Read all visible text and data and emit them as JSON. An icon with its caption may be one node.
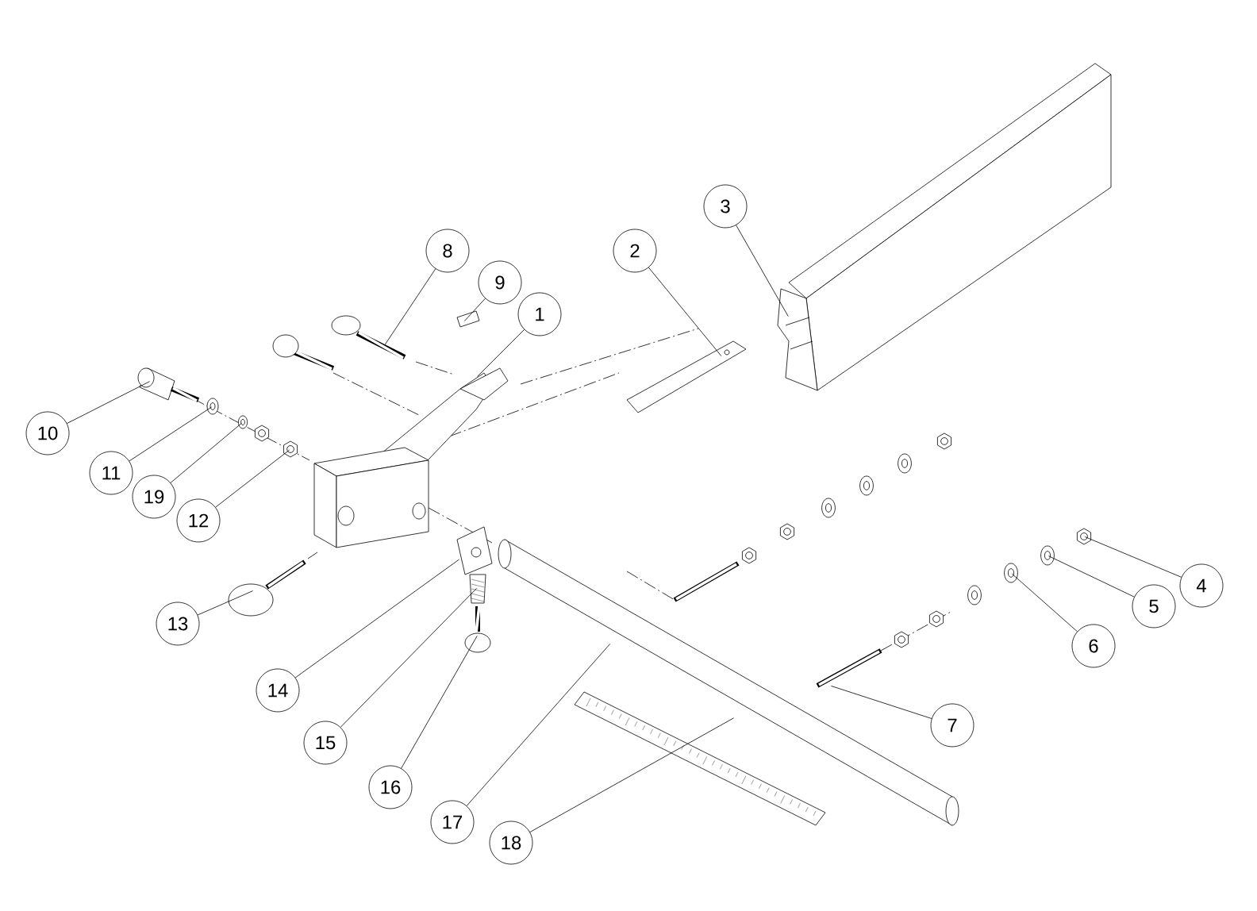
{
  "diagram": {
    "nodes": [
      {
        "text": [
          "1"
        ]
      },
      {
        "text": [
          "2"
        ]
      },
      {
        "text": [
          "3"
        ]
      },
      {
        "text": [
          "4"
        ]
      },
      {
        "text": [
          "5"
        ]
      },
      {
        "text": [
          "6"
        ]
      },
      {
        "text": [
          "7"
        ]
      },
      {
        "text": [
          "8"
        ]
      },
      {
        "text": [
          "9"
        ]
      },
      {
        "text": [
          "10"
        ]
      },
      {
        "text": [
          "11"
        ]
      },
      {
        "text": [
          "12"
        ]
      },
      {
        "text": [
          "13"
        ]
      },
      {
        "text": [
          "14"
        ]
      },
      {
        "text": [
          "15"
        ]
      },
      {
        "text": [
          "16"
        ]
      },
      {
        "text": [
          "17"
        ]
      },
      {
        "text": [
          "18"
        ]
      },
      {
        "text": [
          "19"
        ]
      },
      {
        "text": [],
        "shape": "picture"
      },
      {
        "text": [],
        "shape": "picture"
      },
      {
        "text": [],
        "shape": "picture"
      },
      {
        "text": [],
        "shape": "picture"
      },
      {
        "text": [],
        "shape": "picture"
      },
      {
        "text": [],
        "shape": "picture"
      },
      {
        "text": [],
        "shape": "picture"
      },
      {
        "text": [],
        "shape": "picture"
      },
      {
        "text": [],
        "shape": "picture"
      },
      {
        "text": [],
        "shape": "picture"
      },
      {
        "text": [],
        "shape": "picture"
      },
      {
        "text": [],
        "shape": "picture"
      },
      {
        "text": [],
        "shape": "picture"
      },
      {
        "text": [],
        "shape": "picture"
      },
      {
        "text": [],
        "shape": "picture"
      },
      {
        "text": [],
        "shape": "picture"
      },
      {
        "text": [],
        "shape": "picture"
      },
      {
        "text": [],
        "shape": "picture"
      },
      {
        "text": [],
        "shape": "picture"
      }
    ],
    "edges": [
      {
        "from": 0,
        "to": 28,
        "arrow": "none"
      },
      {
        "from": 1,
        "to": 31,
        "arrow": "none"
      },
      {
        "from": 2,
        "to": 33,
        "arrow": "none"
      },
      {
        "from": 3,
        "to": 37,
        "arrow": "none"
      },
      {
        "from": 4,
        "to": 36,
        "arrow": "none"
      },
      {
        "from": 5,
        "to": 35,
        "arrow": "none"
      },
      {
        "from": 6,
        "to": 34,
        "arrow": "none"
      },
      {
        "from": 7,
        "to": 24,
        "arrow": "none"
      },
      {
        "from": 8,
        "to": 26,
        "arrow": "none"
      },
      {
        "from": 9,
        "to": 19,
        "arrow": "none"
      },
      {
        "from": 10,
        "to": 20,
        "arrow": "none"
      },
      {
        "from": 11,
        "to": 23,
        "arrow": "none"
      },
      {
        "from": 12,
        "to": 22,
        "arrow": "none"
      },
      {
        "from": 13,
        "to": 25,
        "arrow": "none"
      },
      {
        "from": 14,
        "to": 29,
        "arrow": "none"
      },
      {
        "from": 15,
        "to": 27,
        "arrow": "none"
      },
      {
        "from": 16,
        "to": 30,
        "arrow": "none"
      },
      {
        "from": 17,
        "to": 32,
        "arrow": "none"
      },
      {
        "from": 18,
        "to": 21,
        "arrow": "none"
      }
    ]
  }
}
